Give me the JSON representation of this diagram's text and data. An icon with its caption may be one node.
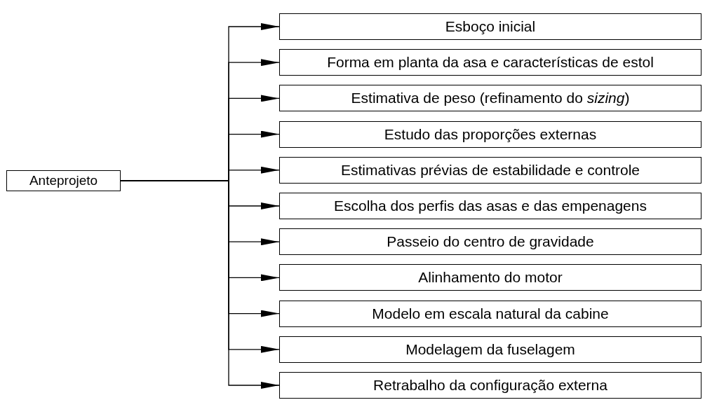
{
  "diagram": {
    "nodes": [
      {
        "text": [
          "Anteprojeto"
        ]
      },
      {
        "text": [
          "Esboço inicial"
        ]
      },
      {
        "text": [
          "Forma em planta da asa e características de estol"
        ]
      },
      {
        "text": [
          "Estimativa de peso (refinamento do *sizing*)"
        ]
      },
      {
        "text": [
          "Estudo das proporções externas"
        ]
      },
      {
        "text": [
          "Estimativas prévias de estabilidade e controle"
        ]
      },
      {
        "text": [
          "Escolha dos perfis das asas e das empenagens"
        ]
      },
      {
        "text": [
          "Passeio do centro de gravidade"
        ]
      },
      {
        "text": [
          "Alinhamento do motor"
        ]
      },
      {
        "text": [
          "Modelo em escala natural da cabine"
        ]
      },
      {
        "text": [
          "Modelagem da fuselagem"
        ]
      },
      {
        "text": [
          "Retrabalho da configuração externa"
        ]
      }
    ],
    "edges": [
      {
        "from": 0,
        "to": 1,
        "arrow": "to"
      },
      {
        "from": 0,
        "to": 2,
        "arrow": "to"
      },
      {
        "from": 0,
        "to": 3,
        "arrow": "to"
      },
      {
        "from": 0,
        "to": 4,
        "arrow": "to"
      },
      {
        "from": 0,
        "to": 5,
        "arrow": "to"
      },
      {
        "from": 0,
        "to": 6,
        "arrow": "to"
      },
      {
        "from": 0,
        "to": 7,
        "arrow": "to"
      },
      {
        "from": 0,
        "to": 8,
        "arrow": "to"
      },
      {
        "from": 0,
        "to": 9,
        "arrow": "to"
      },
      {
        "from": 0,
        "to": 10,
        "arrow": "to"
      },
      {
        "from": 0,
        "to": 11,
        "arrow": "to"
      }
    ]
  }
}
